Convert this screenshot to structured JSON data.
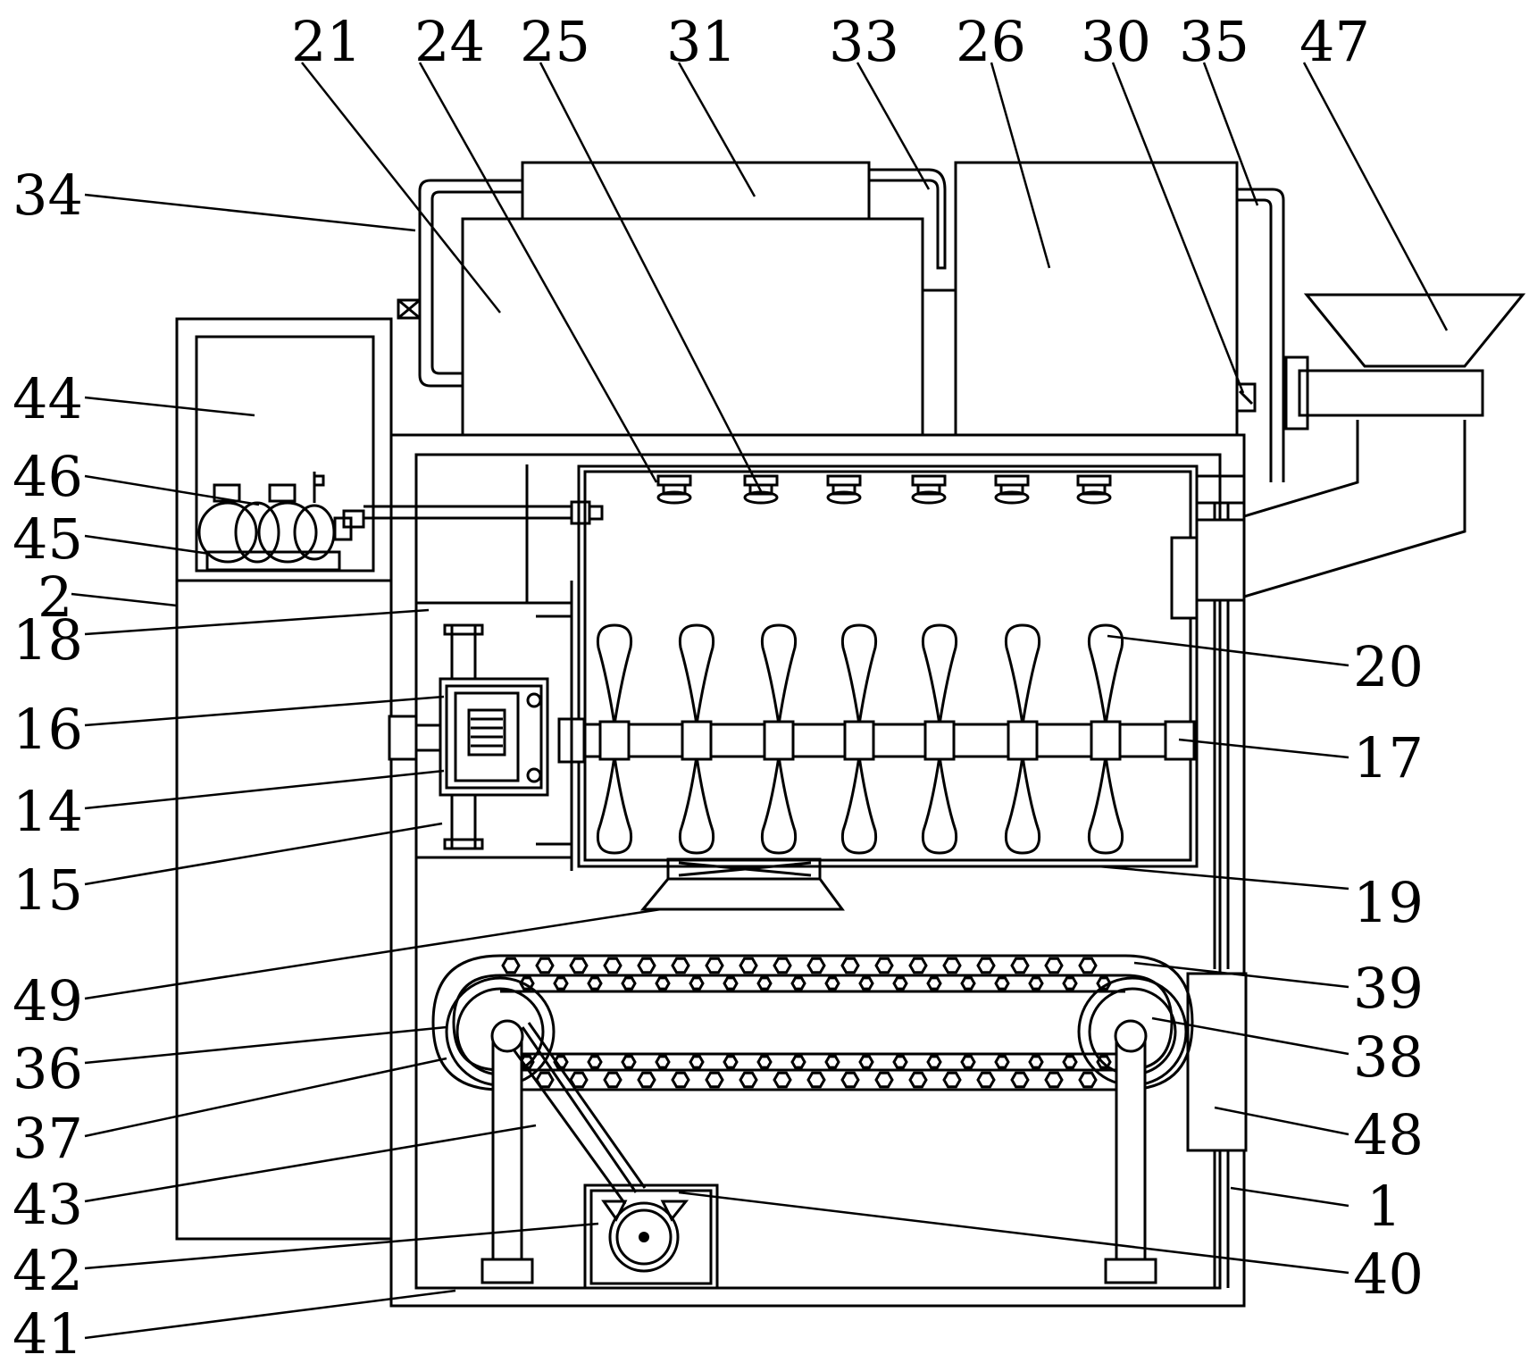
{
  "diagram": {
    "labels": {
      "l21": "21",
      "l24": "24",
      "l25": "25",
      "l31": "31",
      "l33": "33",
      "l26": "26",
      "l30": "30",
      "l35": "35",
      "l47": "47",
      "l34": "34",
      "l44": "44",
      "l46": "46",
      "l45": "45",
      "l2": "2",
      "l18": "18",
      "l16": "16",
      "l14": "14",
      "l15": "15",
      "l49": "49",
      "l36": "36",
      "l37": "37",
      "l43": "43",
      "l42": "42",
      "l41": "41",
      "l20": "20",
      "l17": "17",
      "l19": "19",
      "l39": "39",
      "l38": "38",
      "l48": "48",
      "l1": "1",
      "l40": "40"
    }
  }
}
